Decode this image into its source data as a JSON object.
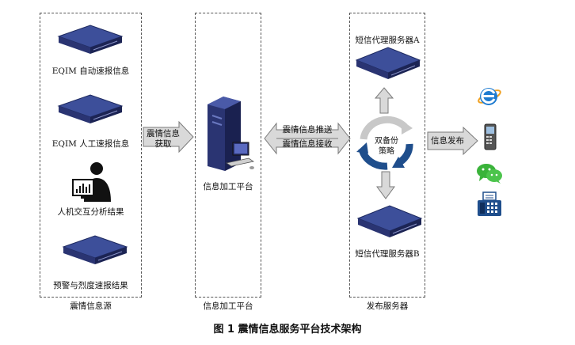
{
  "groups": {
    "source": "震情信息源",
    "platform": "信息加工平台",
    "publish": "发布服务器"
  },
  "source_items": {
    "auto": "EQIM 自动速报信息",
    "manual": "EQIM 人工速报信息",
    "hci": "人机交互分析结果",
    "warning": "预警与烈度速报结果"
  },
  "platform_item": "信息加工平台",
  "servers": {
    "a": "短信代理服务器A",
    "b": "短信代理服务器B"
  },
  "strategy": {
    "line1": "双备份",
    "line2": "策略"
  },
  "arrows": {
    "acquire_line1": "震情信息",
    "acquire_line2": "获取",
    "push": "震情信息推送",
    "receive": "震情信息接收",
    "publish": "信息发布"
  },
  "caption": "图 1    震情信息服务平台技术架构",
  "colors": {
    "server_top": "#3d4f9a",
    "server_side": "#2a3472",
    "arrow_fill": "#d9d9d9",
    "arrow_stroke": "#7a7a7a",
    "cycle_blue": "#1f4e8c",
    "cycle_gray": "#c8c8c8"
  },
  "icons": [
    "server-icon",
    "tower-computer-icon",
    "analyst-icon",
    "ie-browser-icon",
    "mobile-phone-icon",
    "wechat-icon",
    "fax-icon"
  ]
}
